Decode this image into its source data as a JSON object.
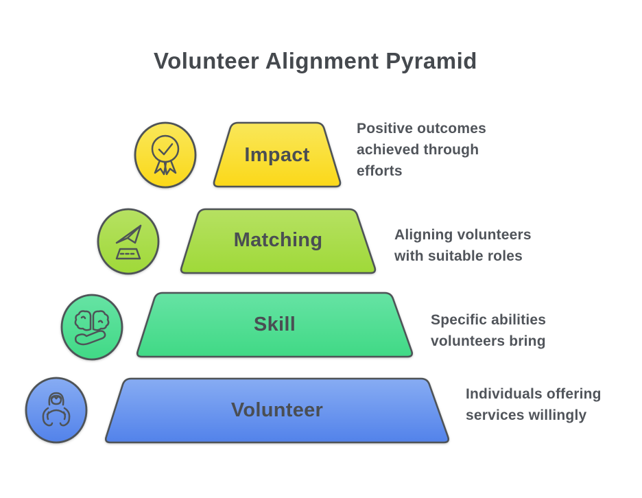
{
  "title": "Volunteer Alignment Pyramid",
  "theme": {
    "background": "#ffffff",
    "outline": "#4e5357",
    "title_color": "#45494e",
    "label_color": "#4a4e53",
    "description_color": "#50545a"
  },
  "levels": [
    {
      "label": "Impact",
      "description": "Positive outcomes\nachieved through\nefforts",
      "icon": "award-medal-icon",
      "color_top": "#f9e75a",
      "color_bottom": "#fbd818"
    },
    {
      "label": "Matching",
      "description": "Aligning volunteers\nwith suitable roles",
      "icon": "plane-takeoff-icon",
      "color_top": "#b6e162",
      "color_bottom": "#9fd938"
    },
    {
      "label": "Skill",
      "description": "Specific abilities\nvolunteers bring",
      "icon": "brain-in-hand-icon",
      "color_top": "#66e3a4",
      "color_bottom": "#40d985"
    },
    {
      "label": "Volunteer",
      "description": "Individuals offering\nservices willingly",
      "icon": "person-in-hands-icon",
      "color_top": "#87acf3",
      "color_bottom": "#5282ea"
    }
  ]
}
